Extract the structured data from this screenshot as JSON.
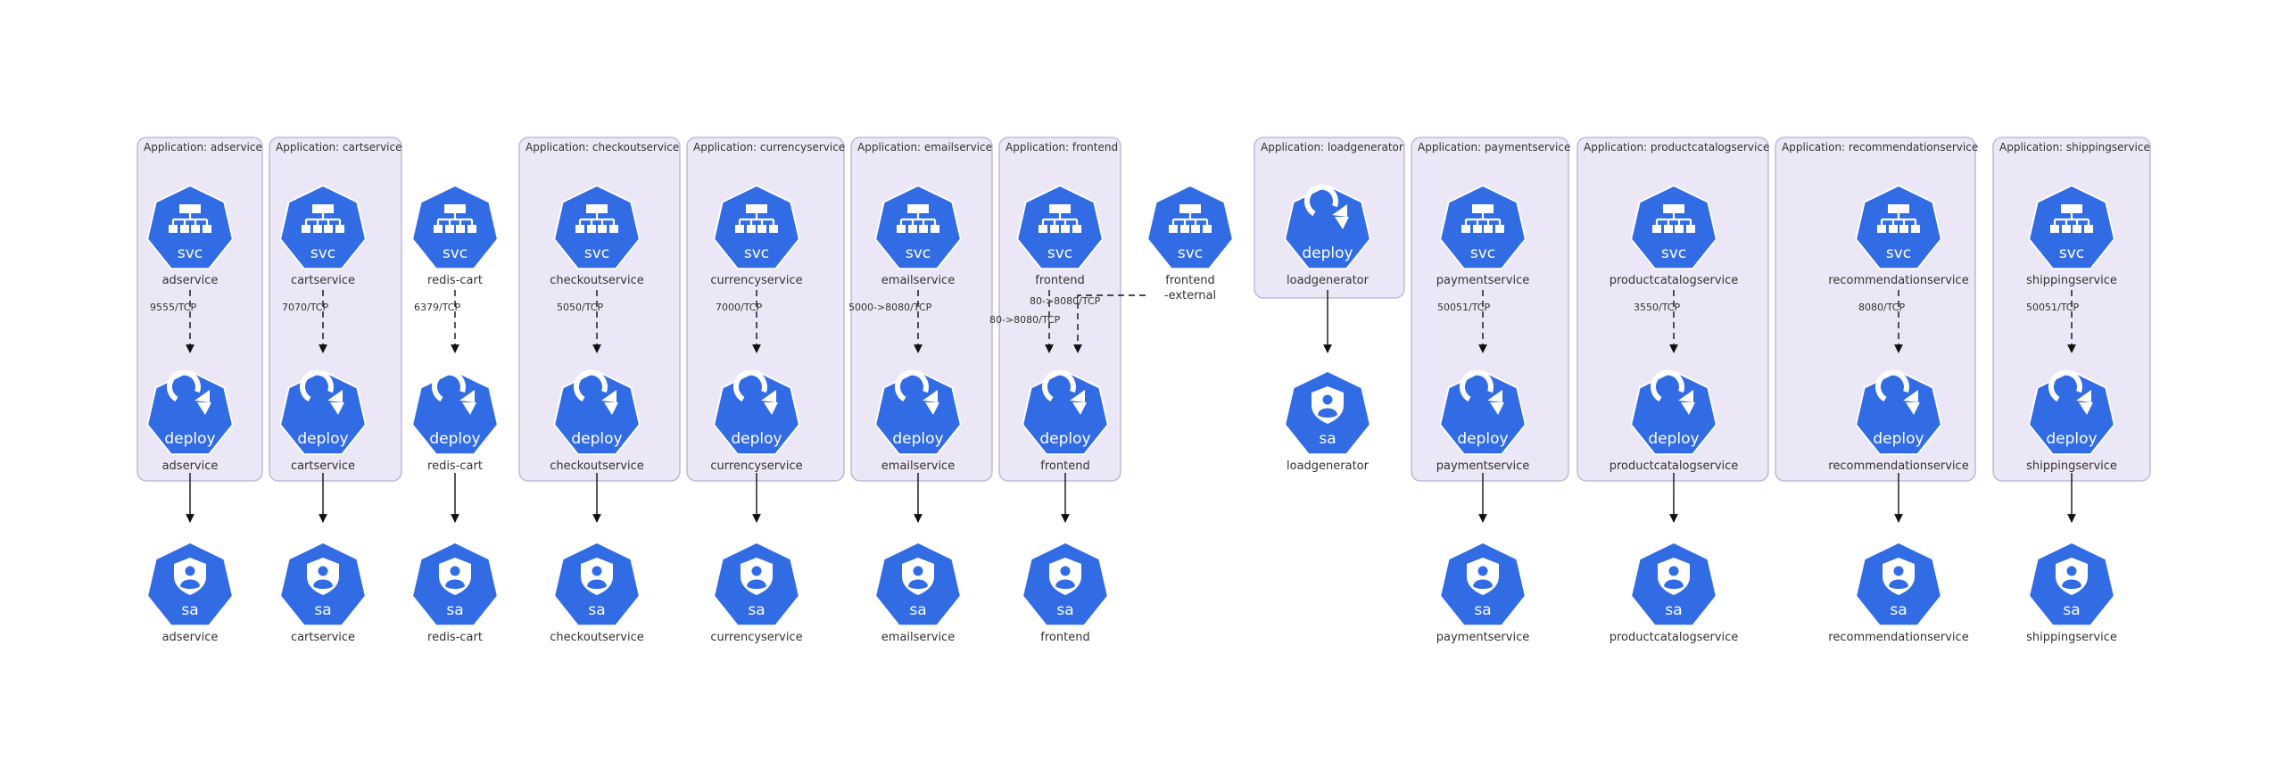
{
  "icon_color": "#326ce5",
  "group_fill": "#ebe7f6",
  "group_stroke": "#b7b0d6",
  "icon_names": {
    "svc": "service-hierarchy-icon",
    "deploy": "deploy-cycle-icon",
    "sa": "service-account-shield-icon"
  },
  "icon_labels": {
    "svc": "svc",
    "deploy": "deploy",
    "sa": "sa"
  },
  "groups": [
    {
      "title": "Application: adservice"
    },
    {
      "title": "Application: cartservice"
    },
    {
      "title": "Application: checkoutservice"
    },
    {
      "title": "Application: currencyservice"
    },
    {
      "title": "Application: emailservice"
    },
    {
      "title": "Application: frontend"
    },
    {
      "title": "Application: loadgenerator"
    },
    {
      "title": "Application: paymentservice"
    },
    {
      "title": "Application: productcatalogservice"
    },
    {
      "title": "Application: recommendationservice"
    },
    {
      "title": "Application: shippingservice"
    }
  ],
  "nodes": [
    {
      "kind": "svc",
      "label": "adservice"
    },
    {
      "kind": "deploy",
      "label": "adservice"
    },
    {
      "kind": "sa",
      "label": "adservice"
    },
    {
      "kind": "svc",
      "label": "cartservice"
    },
    {
      "kind": "deploy",
      "label": "cartservice"
    },
    {
      "kind": "sa",
      "label": "cartservice"
    },
    {
      "kind": "svc",
      "label": "redis-cart"
    },
    {
      "kind": "deploy",
      "label": "redis-cart"
    },
    {
      "kind": "sa",
      "label": "redis-cart"
    },
    {
      "kind": "svc",
      "label": "checkoutservice"
    },
    {
      "kind": "deploy",
      "label": "checkoutservice"
    },
    {
      "kind": "sa",
      "label": "checkoutservice"
    },
    {
      "kind": "svc",
      "label": "currencyservice"
    },
    {
      "kind": "deploy",
      "label": "currencyservice"
    },
    {
      "kind": "sa",
      "label": "currencyservice"
    },
    {
      "kind": "svc",
      "label": "emailservice"
    },
    {
      "kind": "deploy",
      "label": "emailservice"
    },
    {
      "kind": "sa",
      "label": "emailservice"
    },
    {
      "kind": "svc",
      "label": "frontend"
    },
    {
      "kind": "deploy",
      "label": "frontend"
    },
    {
      "kind": "sa",
      "label": "frontend"
    },
    {
      "kind": "svc",
      "label": "frontend\n-external"
    },
    {
      "kind": "deploy",
      "label": "loadgenerator"
    },
    {
      "kind": "sa",
      "label": "loadgenerator"
    },
    {
      "kind": "svc",
      "label": "paymentservice"
    },
    {
      "kind": "deploy",
      "label": "paymentservice"
    },
    {
      "kind": "sa",
      "label": "paymentservice"
    },
    {
      "kind": "svc",
      "label": "productcatalogservice"
    },
    {
      "kind": "deploy",
      "label": "productcatalogservice"
    },
    {
      "kind": "sa",
      "label": "productcatalogservice"
    },
    {
      "kind": "svc",
      "label": "recommendationservice"
    },
    {
      "kind": "deploy",
      "label": "recommendationservice"
    },
    {
      "kind": "sa",
      "label": "recommendationservice"
    },
    {
      "kind": "svc",
      "label": "shippingservice"
    },
    {
      "kind": "deploy",
      "label": "shippingservice"
    },
    {
      "kind": "sa",
      "label": "shippingservice"
    }
  ],
  "edges": [
    {
      "style": "dashed",
      "label": "9555/TCP"
    },
    {
      "style": "solid",
      "label": ""
    },
    {
      "style": "dashed",
      "label": "7070/TCP"
    },
    {
      "style": "solid",
      "label": ""
    },
    {
      "style": "dashed",
      "label": "6379/TCP"
    },
    {
      "style": "solid",
      "label": ""
    },
    {
      "style": "dashed",
      "label": "5050/TCP"
    },
    {
      "style": "solid",
      "label": ""
    },
    {
      "style": "dashed",
      "label": "7000/TCP"
    },
    {
      "style": "solid",
      "label": ""
    },
    {
      "style": "dashed",
      "label": "5000->8080/TCP"
    },
    {
      "style": "solid",
      "label": ""
    },
    {
      "style": "dashed",
      "label": "80->8080/TCP"
    },
    {
      "style": "dashed",
      "label": "80->8080/TCP"
    },
    {
      "style": "solid",
      "label": ""
    },
    {
      "style": "solid",
      "label": ""
    },
    {
      "style": "dashed",
      "label": "50051/TCP"
    },
    {
      "style": "solid",
      "label": ""
    },
    {
      "style": "dashed",
      "label": "3550/TCP"
    },
    {
      "style": "solid",
      "label": ""
    },
    {
      "style": "dashed",
      "label": "8080/TCP"
    },
    {
      "style": "solid",
      "label": ""
    },
    {
      "style": "dashed",
      "label": "50051/TCP"
    },
    {
      "style": "solid",
      "label": ""
    }
  ]
}
